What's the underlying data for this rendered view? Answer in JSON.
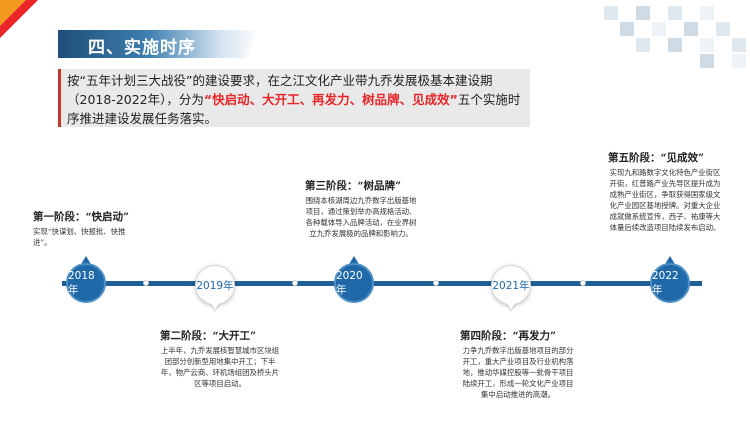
{
  "title": "四、实施时序",
  "intro": {
    "part1": "按“五年计划三大战役”的建设要求，在之江文化产业带九乔发展极基本建设期（2018-2022年），分为",
    "highlight": "“快启动、大开工、再发力、树品牌、见成效”",
    "part2": "五个实施时序推进建设发展任务落实。"
  },
  "timeline": {
    "nodes": [
      "2018年",
      "2019年",
      "2020年",
      "2021年",
      "2022年"
    ]
  },
  "stages": [
    {
      "title": "第一阶段：“快启动”",
      "desc": "实现“快谋划、快报批、快推进”。"
    },
    {
      "title": "第二阶段：“大开工”",
      "desc": "上半年，九乔发展核智慧城市区块组团部分创新型用地集中开工；下半年，物产云商、环机场组团及桥头片区等项目启动。"
    },
    {
      "title": "第三阶段：“树品牌”",
      "desc": "围绕本核湖周边九乔数字出版基地项目，通过策划举办高规格活动、各种载体导入品牌活动，在业界树立九乔发展极的品牌和影响力。"
    },
    {
      "title": "第四阶段：“再发力”",
      "desc": "力争九乔数字出版基地项目的部分开工，重大产业项目及行业机构落地，推动华媒控股等一批骨干项目陆续开工，形成一轮文化产业项目集中启动推进的高潮。"
    },
    {
      "title": "第五阶段：“见成效”",
      "desc": "实现九和路数字文化特色产业街区开街，红普路产业先导区提升成为成熟产业街区，争取获得国家级文化产业园区基地授牌。对重大企业成就做系统宣传，西子、祐康等大体量后续改造项目陆续发布启动。"
    }
  ],
  "colors": {
    "accent_red": "#e8262a",
    "accent_orange": "#f39a1e",
    "timeline_blue": "#1e5f95"
  }
}
